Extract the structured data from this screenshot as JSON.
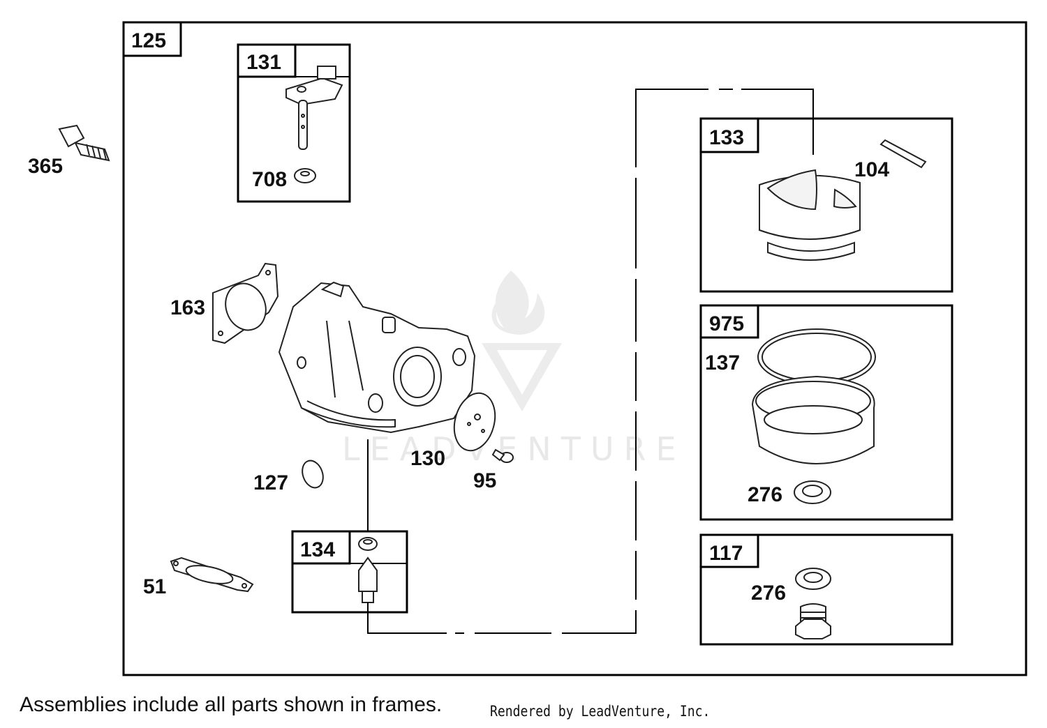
{
  "frames": {
    "main": "125",
    "float_bowl_kit": "131",
    "bowl_set": "133",
    "float_bowl": "975",
    "drain_kit": "117",
    "needle_kit": "134"
  },
  "parts": {
    "screw": "365",
    "float_washer": "708",
    "gasket": "163",
    "welch_plug": "127",
    "throttle_plate": "130",
    "screw_small": "95",
    "intake_gasket": "51",
    "pin": "104",
    "seal_ring": "137",
    "washer_bowl": "276",
    "washer_drain": "276"
  },
  "watermark": {
    "brand": "LEADVENTURE",
    "icon": "leadventure-flame-logo"
  },
  "footer": {
    "note": "Assemblies include all parts shown in frames.",
    "credit": "Rendered by LeadVenture, Inc."
  }
}
